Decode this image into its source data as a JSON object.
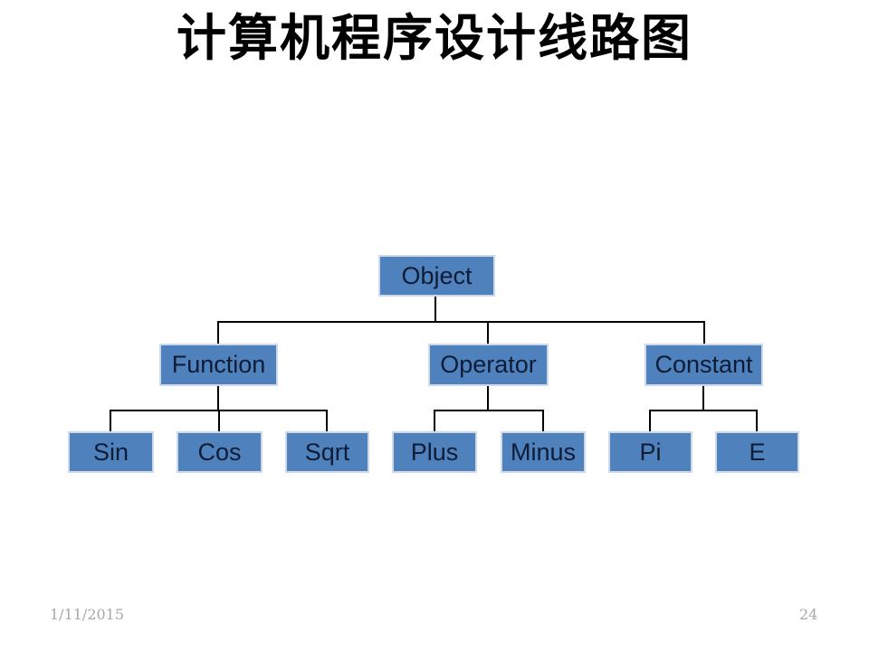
{
  "slide": {
    "title": "计算机程序设计线路图",
    "footer": {
      "date": "1/11/2015",
      "page_number": "24"
    }
  },
  "colors": {
    "box_fill": "#4f81bd",
    "box_border": "#ccd9eb",
    "box_text": "#0e1c36",
    "line_color": "#000000",
    "footer_text": "#a8a8a8",
    "title_color": "#000000"
  },
  "diagram": {
    "type": "tree",
    "root": {
      "label": "Object",
      "children": [
        {
          "label": "Function",
          "children": [
            {
              "label": "Sin"
            },
            {
              "label": "Cos"
            },
            {
              "label": "Sqrt"
            }
          ]
        },
        {
          "label": "Operator",
          "children": [
            {
              "label": "Plus"
            },
            {
              "label": "Minus"
            }
          ]
        },
        {
          "label": "Constant",
          "children": [
            {
              "label": "Pi"
            },
            {
              "label": "E"
            }
          ]
        }
      ]
    }
  }
}
